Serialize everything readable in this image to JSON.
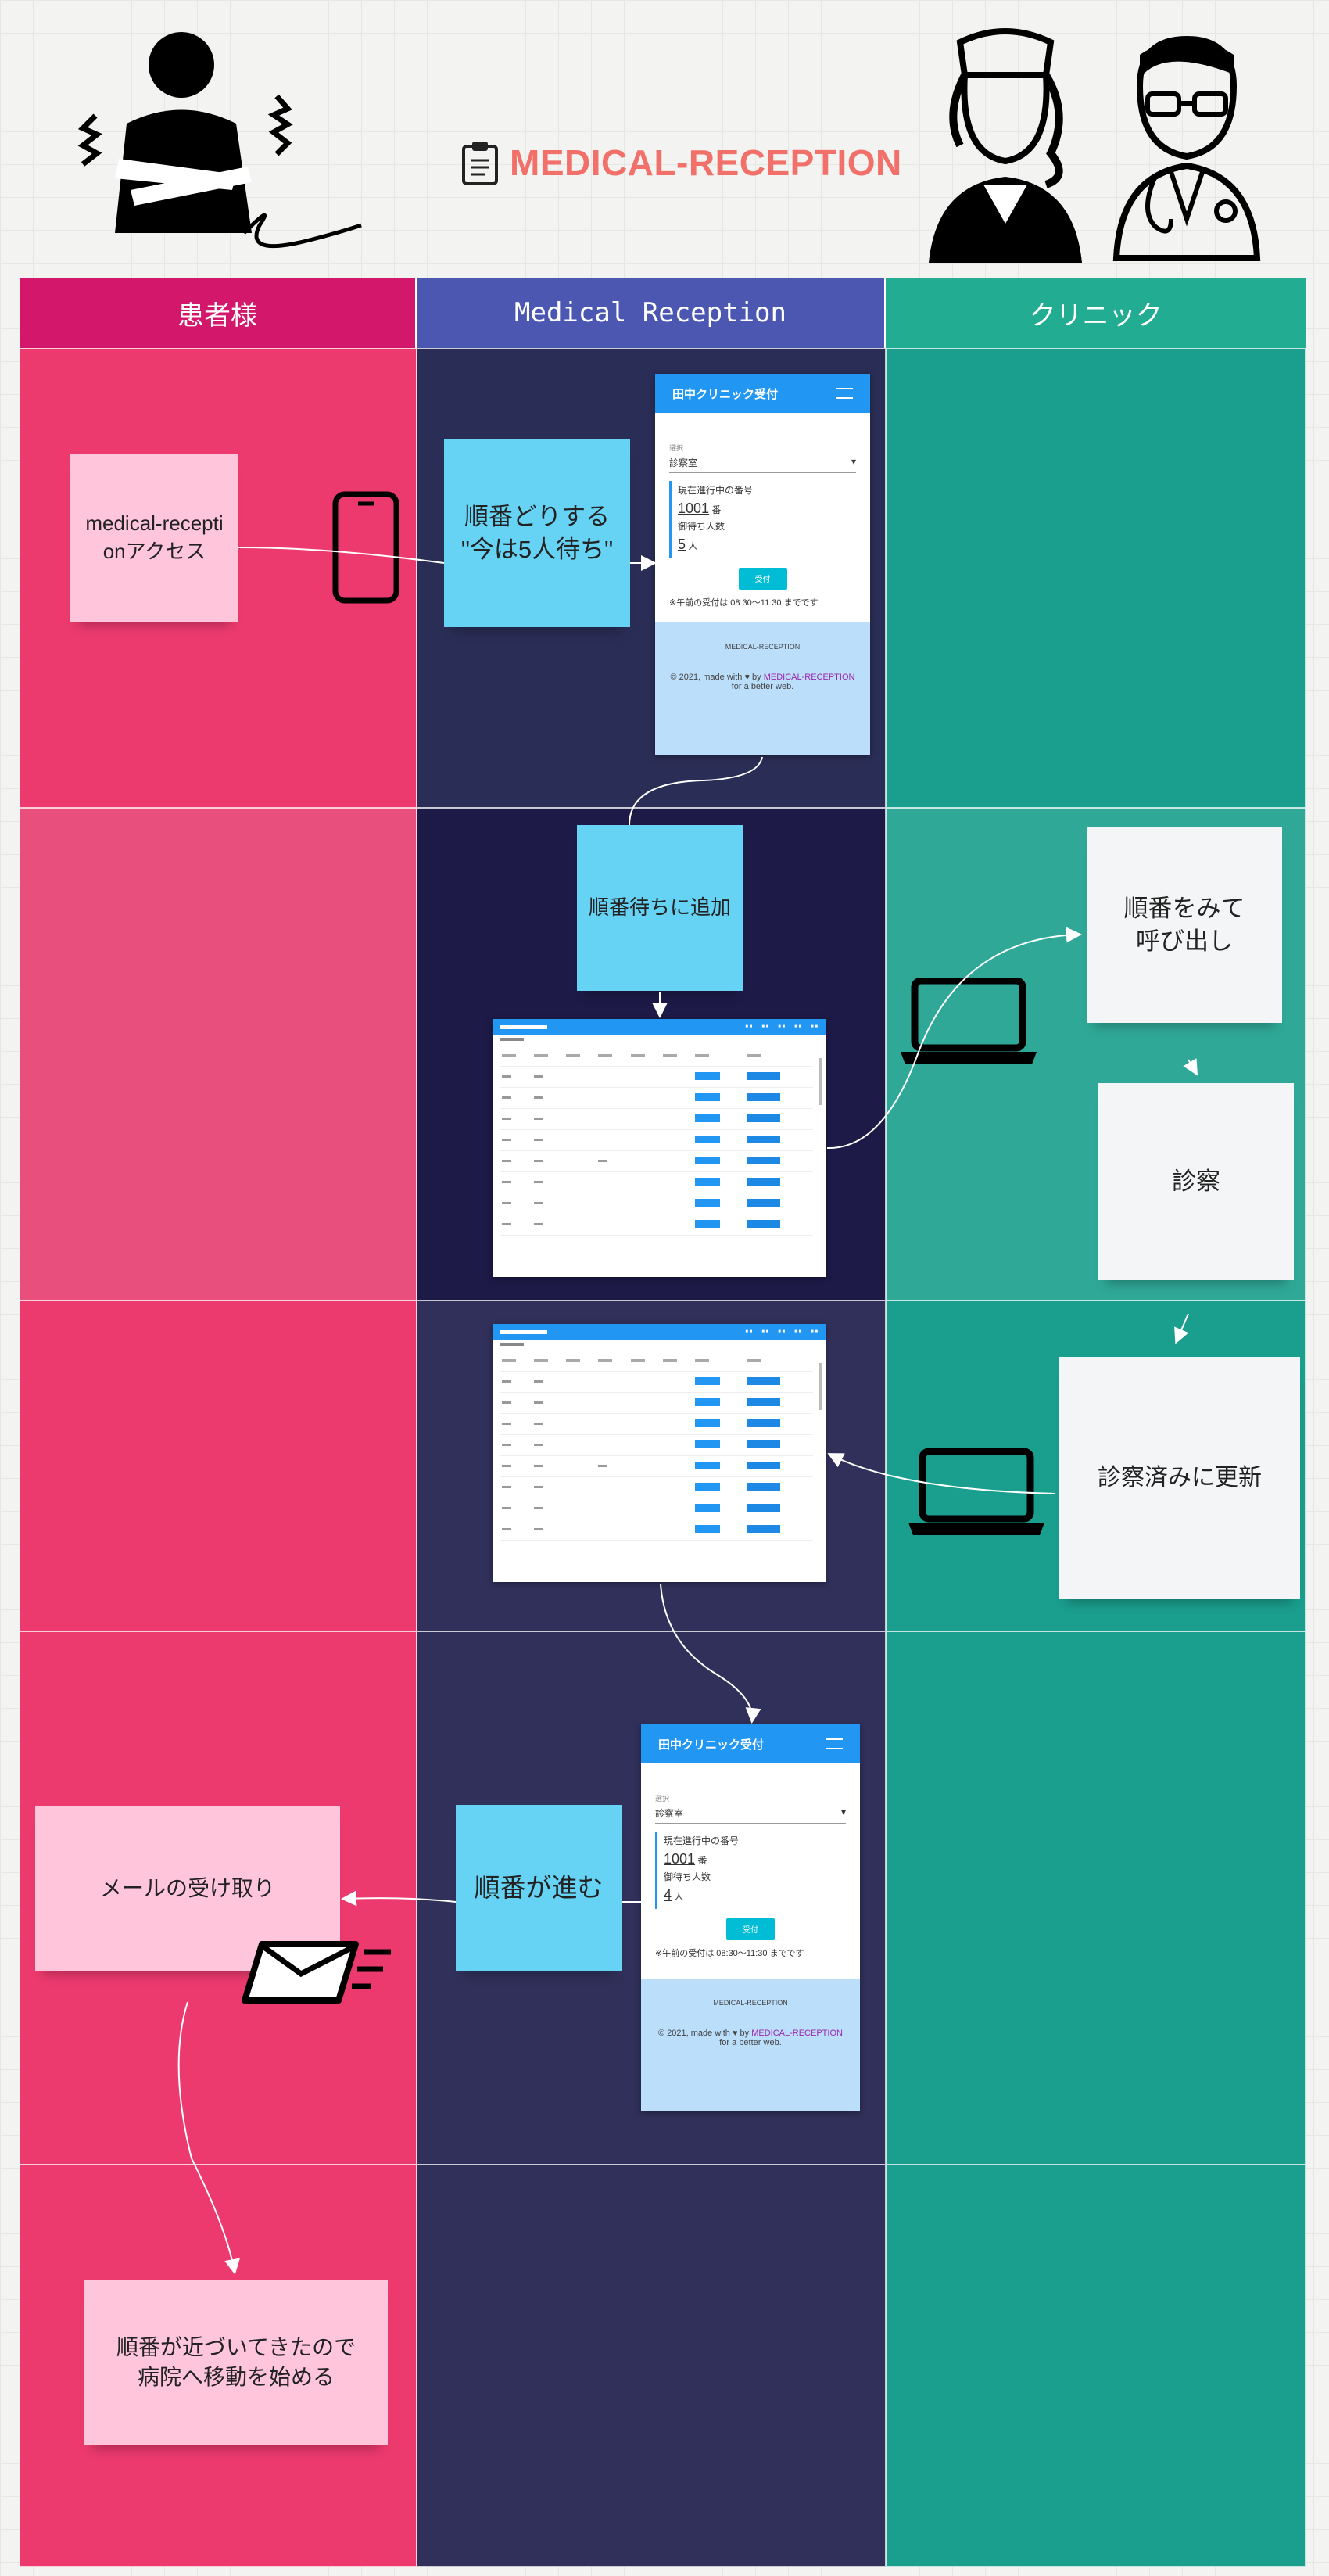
{
  "title": "MEDICAL-RECEPTION",
  "lanes": [
    "患者様",
    "Medical Reception",
    "クリニック"
  ],
  "colors": {
    "patient_header": "#d3176a",
    "reception_header": "#4b57b1",
    "clinic_header": "#22ad93",
    "patient_lane": "#ec3a6e",
    "reception_lane": "#30305a",
    "clinic_lane": "#1a9e8e",
    "title": "#f2706a"
  },
  "stickies": {
    "access": "medical-receptionアクセス",
    "wait": "順番どりする\n\"今は5人待ち\"",
    "add_queue": "順番待ちに追加",
    "call": "順番をみて\n呼び出し",
    "exam": "診察",
    "update": "診察済みに更新",
    "progress": "順番が進む",
    "mail": "メールの受け取り",
    "move": "順番が近づいてきたので\n病院へ移動を始める"
  },
  "phone_mock": {
    "header": "田中クリニック受付",
    "dept_label": "選択",
    "dept_value": "診察室",
    "current_label": "現在進行中の番号",
    "current_number": "1001",
    "current_unit": "番",
    "waiting_label": "御待ち人数",
    "waiting_unit": "人",
    "button": "受付",
    "hours_note": "※午前の受付は 08:30〜11:30 までです",
    "footer_brand": "MEDICAL-RECEPTION",
    "footer_prefix": "© 2021, made with ♥ by ",
    "footer_link": "MEDICAL-RECEPTION",
    "footer_suffix": " for a better web."
  },
  "phone_mock_1": {
    "waiting_count": "5"
  },
  "phone_mock_2": {
    "waiting_count": "4"
  }
}
